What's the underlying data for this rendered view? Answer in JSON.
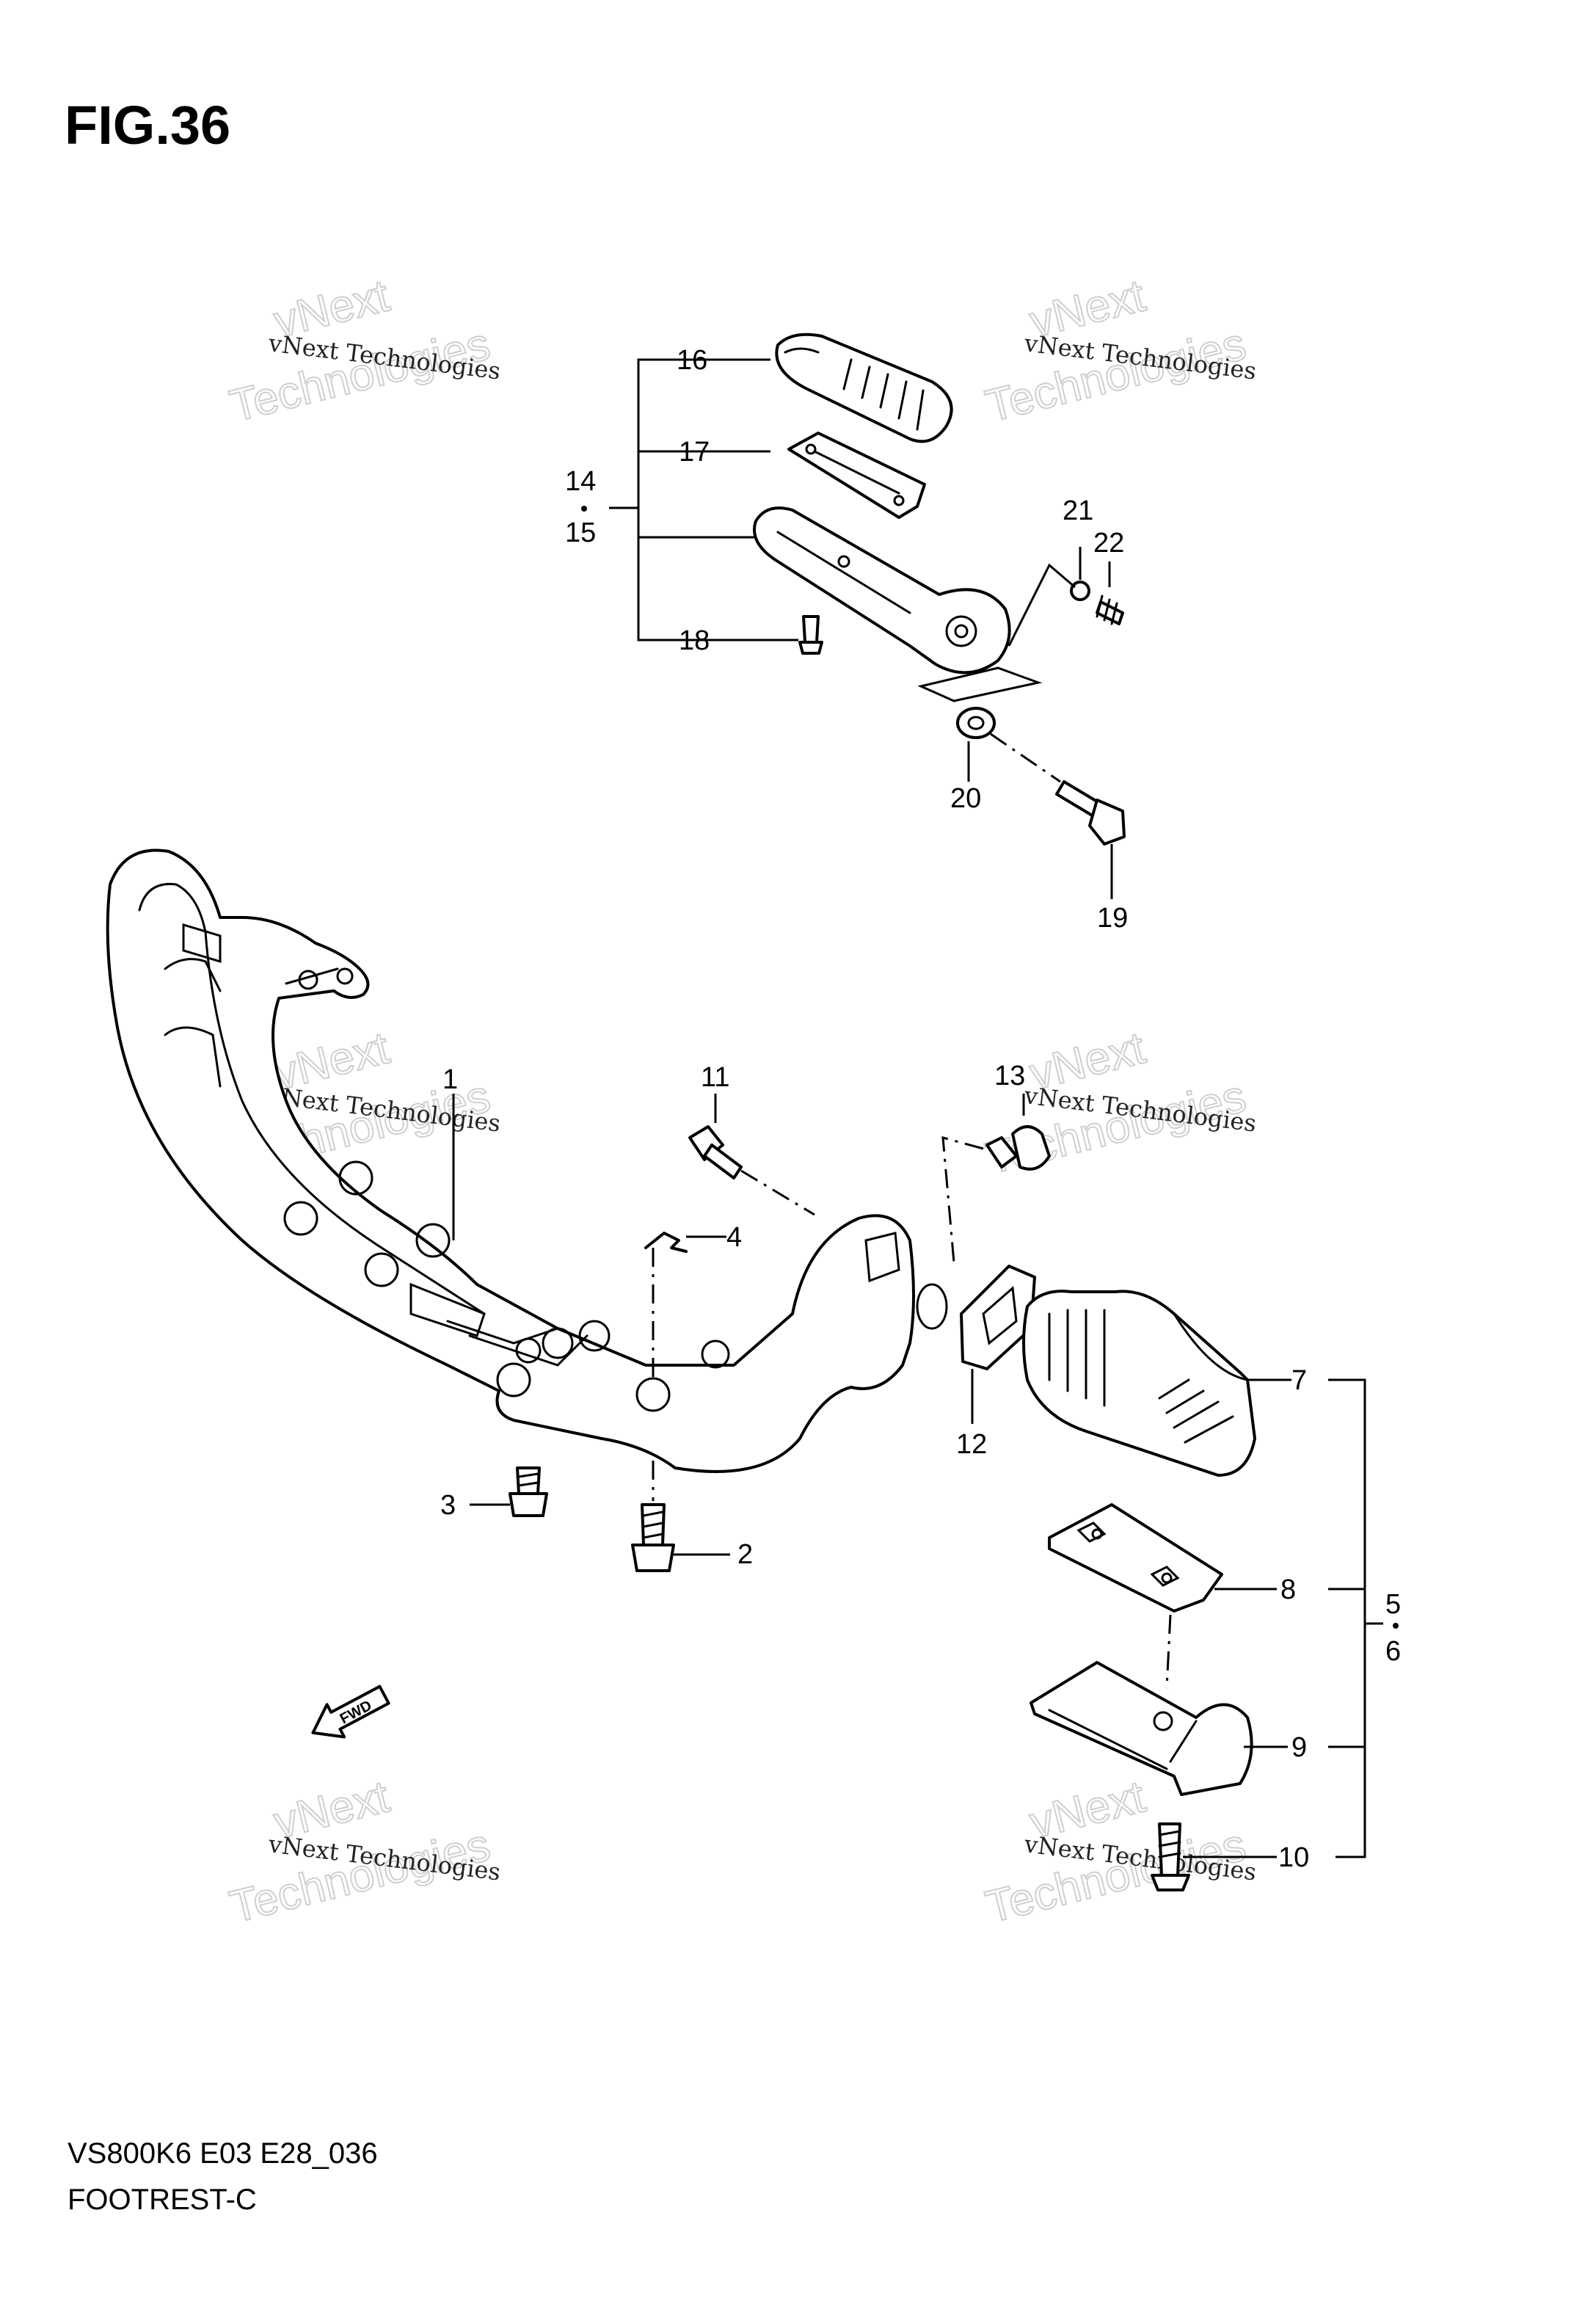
{
  "figure": {
    "title": "FIG.36",
    "code": "VS800K6 E03 E28_036",
    "name": "FOOTREST-C"
  },
  "watermark": {
    "line1": "vNext Technologies",
    "line2": "vNext",
    "line3": "Technologies"
  },
  "callouts": [
    {
      "id": "c1",
      "text": "1"
    },
    {
      "id": "c2",
      "text": "2"
    },
    {
      "id": "c3",
      "text": "3"
    },
    {
      "id": "c4",
      "text": "4"
    },
    {
      "id": "c5",
      "text": "5"
    },
    {
      "id": "c6",
      "text": "6"
    },
    {
      "id": "c7",
      "text": "7"
    },
    {
      "id": "c8",
      "text": "8"
    },
    {
      "id": "c9",
      "text": "9"
    },
    {
      "id": "c10",
      "text": "10"
    },
    {
      "id": "c11",
      "text": "11"
    },
    {
      "id": "c12",
      "text": "12"
    },
    {
      "id": "c13",
      "text": "13"
    },
    {
      "id": "c14",
      "text": "14"
    },
    {
      "id": "c15",
      "text": "15"
    },
    {
      "id": "c16",
      "text": "16"
    },
    {
      "id": "c17",
      "text": "17"
    },
    {
      "id": "c18",
      "text": "18"
    },
    {
      "id": "c19",
      "text": "19"
    },
    {
      "id": "c20",
      "text": "20"
    },
    {
      "id": "c21",
      "text": "21"
    },
    {
      "id": "c22",
      "text": "22"
    }
  ],
  "fwd_badge": "FWD"
}
